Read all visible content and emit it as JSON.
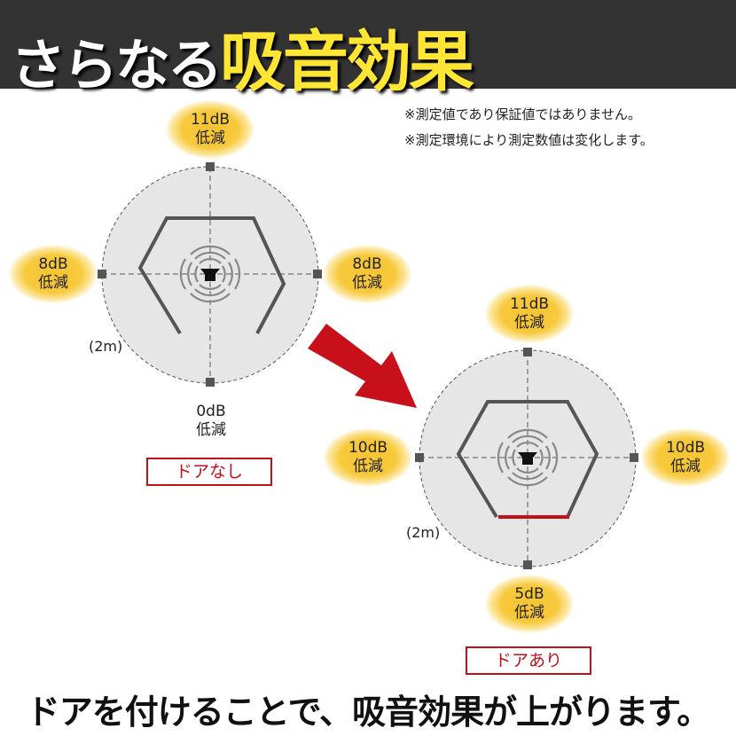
{
  "header": {
    "title_white": "さらなる",
    "title_yellow": "吸音効果"
  },
  "notes": [
    "※測定値であり保証値ではありません。",
    "※測定環境により測定数値は変化します。"
  ],
  "diagram_no_door": {
    "top": {
      "value": "11dB",
      "label": "低減"
    },
    "left": {
      "value": "8dB",
      "label": "低減"
    },
    "right": {
      "value": "8dB",
      "label": "低減"
    },
    "bottom": {
      "value": "0dB",
      "label": "低減"
    },
    "radius_label": "(2m)",
    "tag": "ドアなし"
  },
  "diagram_with_door": {
    "top": {
      "value": "11dB",
      "label": "低減"
    },
    "left": {
      "value": "10dB",
      "label": "低減"
    },
    "right": {
      "value": "10dB",
      "label": "低減"
    },
    "bottom": {
      "value": "5dB",
      "label": "低減"
    },
    "radius_label": "(2m)",
    "tag": "ドアあり"
  },
  "footer": "ドアを付けることで、吸音効果が上がります。",
  "colors": {
    "header_bg": "#333333",
    "accent_yellow": "#ffe534",
    "red": "#c0101a"
  }
}
